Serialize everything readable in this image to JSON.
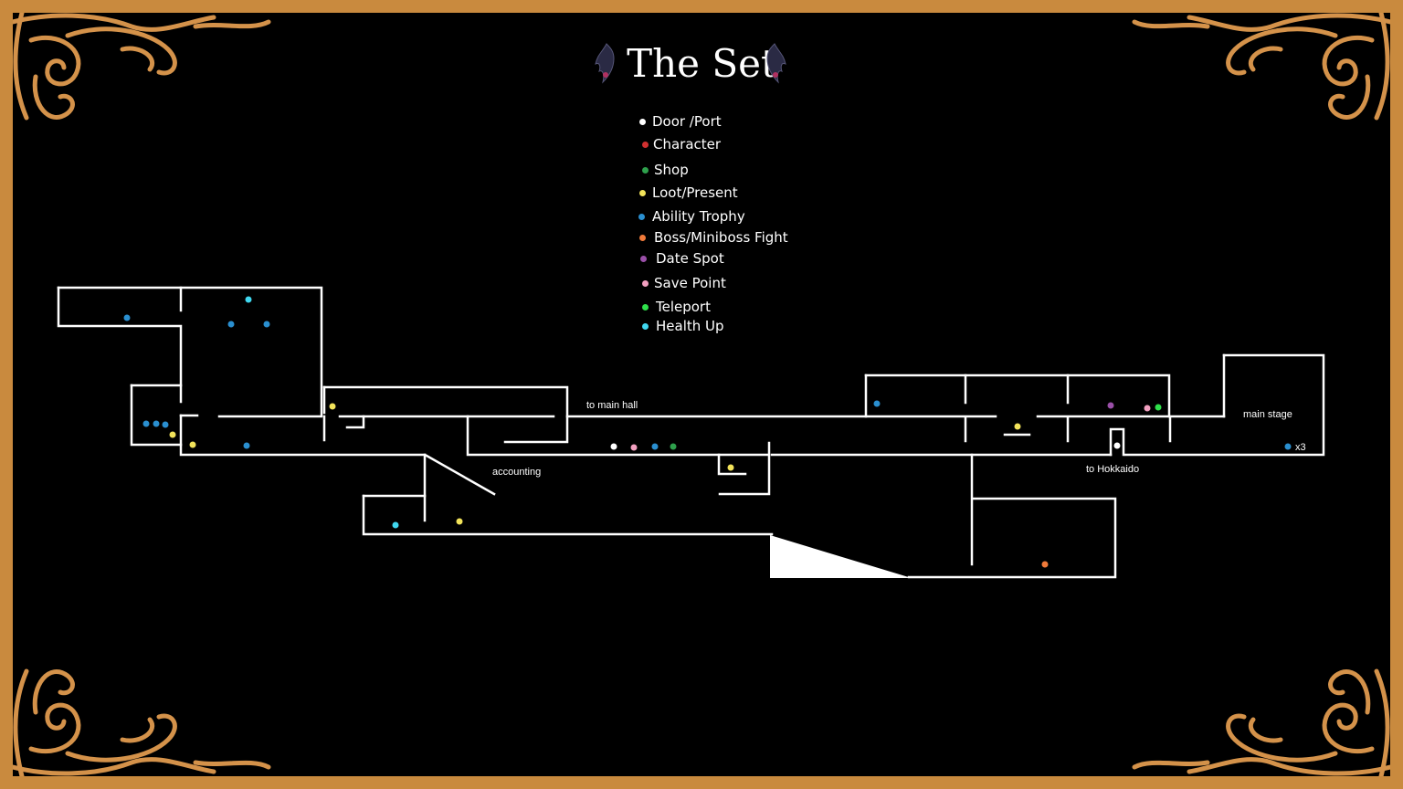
{
  "title": "The Set",
  "legend": [
    {
      "label": "Door /Port",
      "color": "#ffffff"
    },
    {
      "label": "Character",
      "color": "#d03030"
    },
    {
      "label": "Shop",
      "color": "#2ea04c"
    },
    {
      "label": "Loot/Present",
      "color": "#f2e35a"
    },
    {
      "label": "Ability Trophy",
      "color": "#2a8fd0"
    },
    {
      "label": "Boss/Miniboss Fight",
      "color": "#f07a3a"
    },
    {
      "label": "Date Spot",
      "color": "#9a4fa8"
    },
    {
      "label": "Save Point",
      "color": "#f2a0c0"
    },
    {
      "label": "Teleport",
      "color": "#2ee04a"
    },
    {
      "label": "Health Up",
      "color": "#40d8f0"
    }
  ],
  "map_labels": {
    "main_hall": "to main hall",
    "accounting": "accounting",
    "main_stage": "main stage",
    "hokkaido": "to Hokkaido",
    "trophy_count": "x3"
  },
  "colors": {
    "frame": "#c98a3e",
    "ornament": "#d4924a",
    "background": "#000000",
    "walls": "#ffffff"
  }
}
